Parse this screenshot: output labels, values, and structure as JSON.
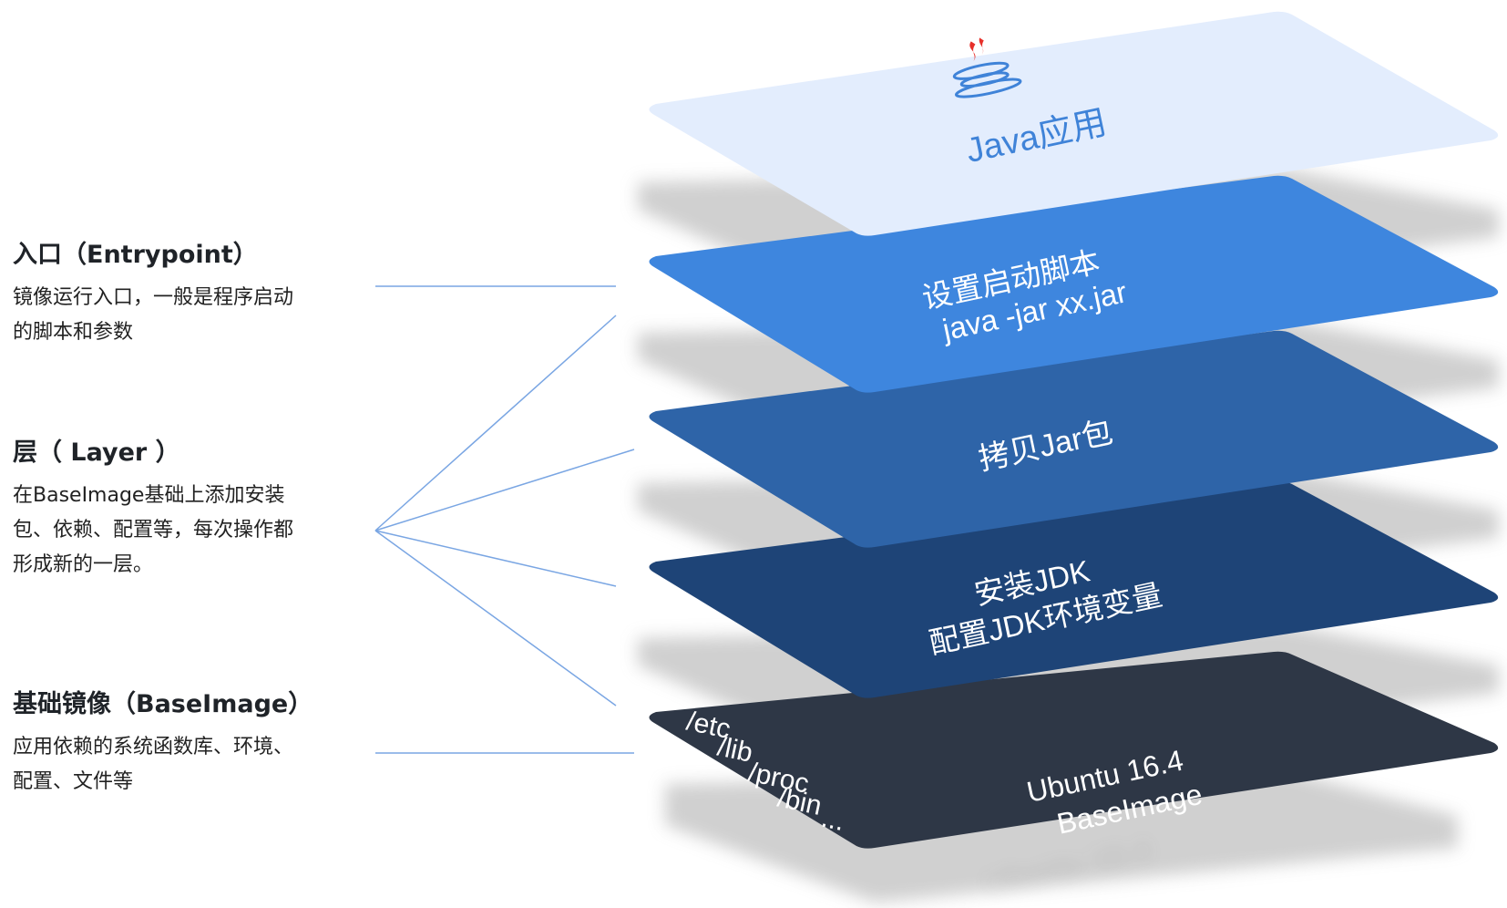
{
  "left_labels": {
    "entrypoint": {
      "title": "入口（Entrypoint）",
      "desc_line1": "镜像运行入口，一般是程序启动",
      "desc_line2": "的脚本和参数"
    },
    "layer": {
      "title": "层（ Layer ）",
      "desc_line1": "在BaseImage基础上添加安装",
      "desc_line2": "包、依赖、配置等，每次操作都",
      "desc_line3": "形成新的一层。"
    },
    "baseimage": {
      "title": "基础镜像（BaseImage）",
      "desc_line1": "应用依赖的系统函数库、环境、",
      "desc_line2": "配置、文件等"
    }
  },
  "planes": {
    "app": {
      "label": "Java应用",
      "icon": "java-coffee-cup-icon",
      "color": "#e3edfd",
      "text_color": "#3f83d8"
    },
    "entry": {
      "line1": "设置启动脚本",
      "line2": "java -jar xx.jar",
      "color": "#3e86de"
    },
    "copy": {
      "line1": "拷贝Jar包",
      "color": "#2e64a8"
    },
    "jdk": {
      "line1": "安装JDK",
      "line2": "配置JDK环境变量",
      "color": "#1e4477"
    },
    "base": {
      "dirs": [
        "/etc",
        "/lib",
        "/proc",
        "/bin",
        "..."
      ],
      "line1": "Ubuntu 16.4",
      "line2": "BaseImage",
      "color": "#2e3746"
    }
  },
  "colors": {
    "connector_line": "#7aa6e3",
    "shadow": "#c9c9c9"
  }
}
